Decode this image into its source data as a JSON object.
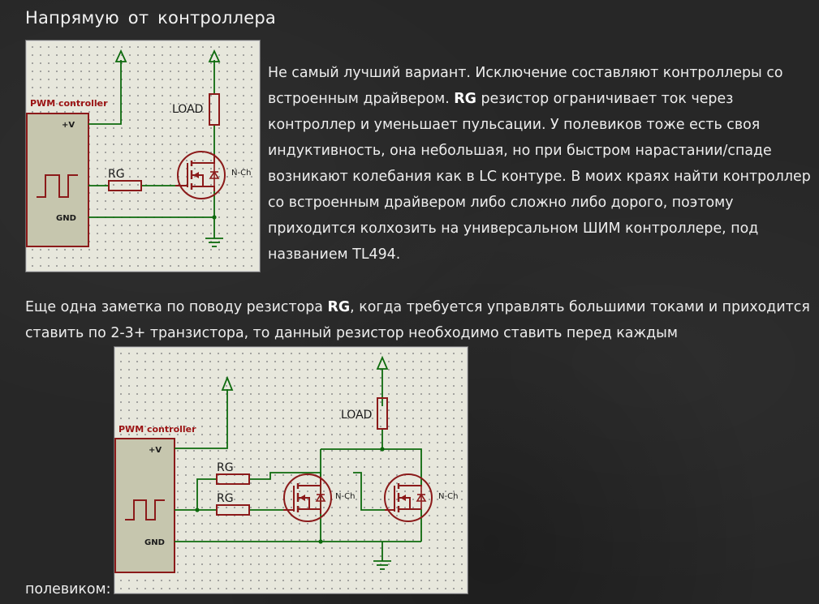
{
  "heading": "Напрямую от контроллера",
  "paragraph1": {
    "part1": "Не самый лучший вариант. Исключение составляют контроллеры со встроенным драйвером. ",
    "bold": "RG",
    "part2": " резистор ограничивает ток через контроллер и уменьшает пульсации. У полевиков тоже есть своя индуктивность, она небольшая, но при быстром нарастании/спаде возникают колебания как в LC контуре. В моих краях найти контроллер со встроенным драйвером либо сложно либо дорого, поэтому приходится колхозить на универсальном ШИМ контроллере, под названием TL494."
  },
  "paragraph2": {
    "part1": "Еще одна заметка по поводу резистора ",
    "bold": "RG",
    "part2": ", когда требуется управлять большими токами и приходится ставить по 2-3+ транзистора, то данный резистор необходимо ставить перед каждым"
  },
  "paragraph3": "полевиком:",
  "schematic1": {
    "controller_label": "PWM controller",
    "vplus": "+V",
    "gnd": "GND",
    "load": "LOAD",
    "resistor": "RG",
    "fet": "N-Ch"
  },
  "schematic2": {
    "controller_label": "PWM controller",
    "vplus": "+V",
    "gnd": "GND",
    "load": "LOAD",
    "resistor1": "RG",
    "resistor2": "RG",
    "fet1": "N-Ch",
    "fet2": "N-Ch"
  },
  "colors": {
    "wire": "#0d6a0d",
    "component": "#8b1a1a",
    "controller_fill": "#c6c6ae",
    "label_red": "#9b1313",
    "text_dark": "#1a1a1a"
  }
}
